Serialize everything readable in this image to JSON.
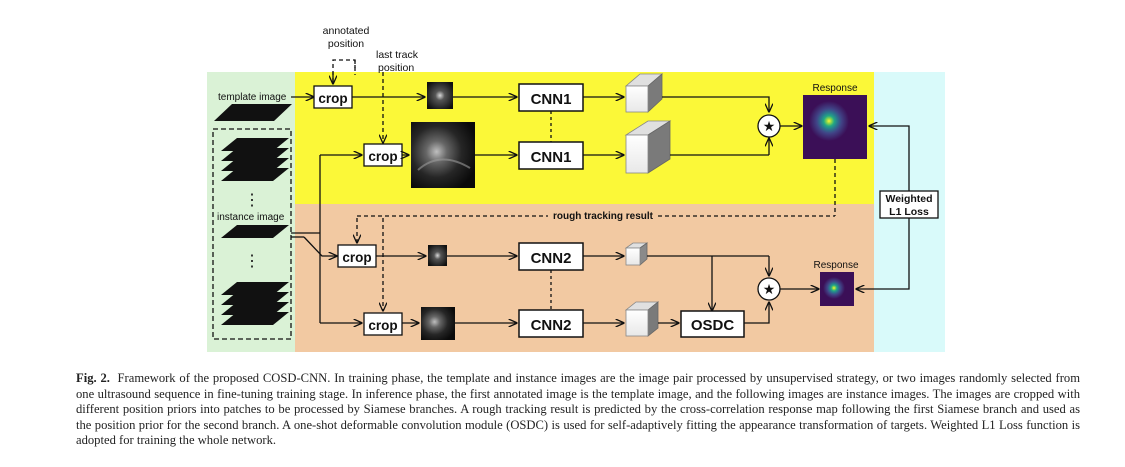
{
  "diagram": {
    "labels": {
      "annotated": "annotated",
      "position": "position",
      "last_track": "last track",
      "last_position": "position",
      "template_image": "template image",
      "instance_image": "instance image",
      "crop": "crop",
      "cnn1": "CNN1",
      "cnn2": "CNN2",
      "osdc": "OSDC",
      "response": "Response",
      "rough_result": "rough tracking result",
      "weighted_1": "Weighted",
      "weighted_2": "L1 Loss",
      "vdots": "⋮",
      "star": "★"
    },
    "colors": {
      "green_panel": "#daf2d6",
      "yellow_panel": "#fbf838",
      "orange_panel": "#f2c9a2",
      "cyan_panel": "#d9fafa",
      "response_bg": "#3b0f57"
    }
  },
  "caption": {
    "label": "Fig. 2.",
    "text": "Framework of the proposed COSD-CNN. In training phase, the template and instance images are the image pair processed by unsupervised strategy, or two images randomly selected from one ultrasound sequence in fine-tuning training stage. In inference phase, the first annotated image is the template image, and the following images are instance images. The images are cropped with different position priors into patches to be processed by Siamese branches. A rough tracking result is predicted by the cross-correlation response map following the first Siamese branch and used as the position prior for the second branch. A one-shot deformable convolution module (OSDC) is used for self-adaptively fitting the appearance transformation of targets. Weighted L1 Loss function is adopted for training the whole network."
  }
}
